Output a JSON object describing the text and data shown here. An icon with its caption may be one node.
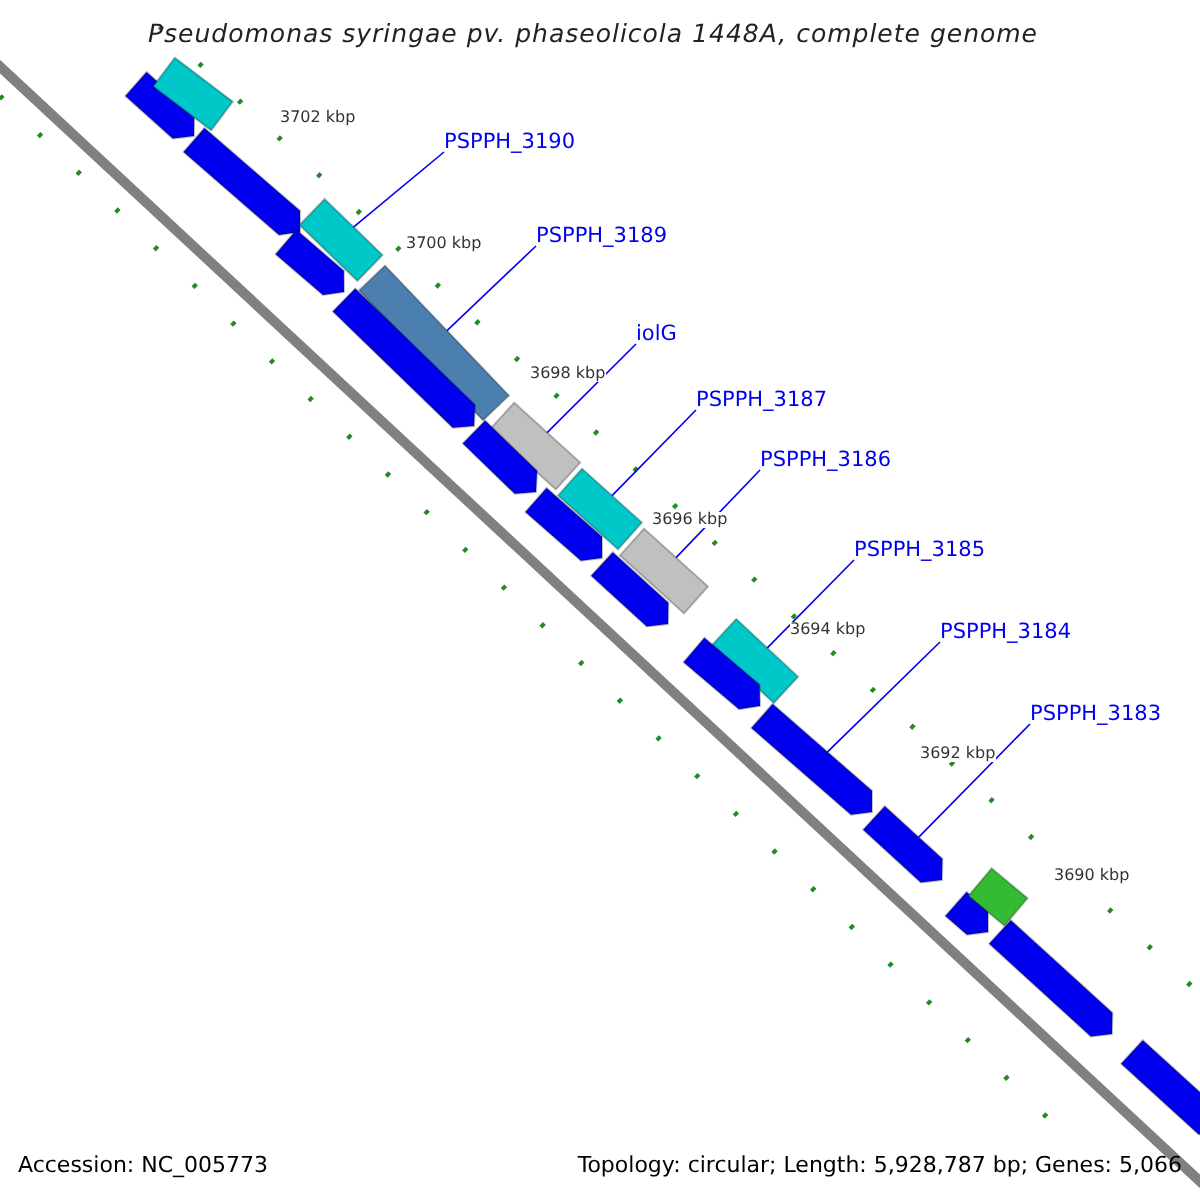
{
  "diagram": {
    "title": "Pseudomonas syringae pv. phaseolicola 1448A, complete genome",
    "nodes": [
      {
        "text": [
          "PSPPH_3190"
        ]
      },
      {
        "text": [
          "PSPPH_3189"
        ]
      },
      {
        "text": [
          "iolG"
        ]
      },
      {
        "text": [
          "PSPPH_3187"
        ]
      },
      {
        "text": [
          "PSPPH_3186"
        ]
      },
      {
        "text": [
          "PSPPH_3185"
        ]
      },
      {
        "text": [
          "PSPPH_3184"
        ]
      },
      {
        "text": [
          "PSPPH_3183"
        ]
      },
      {
        "text": [],
        "shape": "arrow"
      },
      {
        "text": [],
        "shape": "bar"
      },
      {
        "text": [],
        "shape": "arrow"
      },
      {
        "text": [],
        "shape": "arrow"
      },
      {
        "text": [],
        "shape": "bar"
      },
      {
        "text": [],
        "shape": "bar"
      },
      {
        "text": [],
        "shape": "arrow"
      },
      {
        "text": [],
        "shape": "bar"
      },
      {
        "text": [],
        "shape": "arrow"
      },
      {
        "text": [],
        "shape": "bar"
      },
      {
        "text": [],
        "shape": "arrow"
      },
      {
        "text": [],
        "shape": "bar"
      },
      {
        "text": [],
        "shape": "arrow"
      },
      {
        "text": [],
        "shape": "bar"
      },
      {
        "text": [],
        "shape": "arrow"
      },
      {
        "text": [],
        "shape": "arrow"
      },
      {
        "text": [],
        "shape": "arrow"
      },
      {
        "text": [],
        "shape": "arrow"
      },
      {
        "text": [],
        "shape": "bar"
      },
      {
        "text": [],
        "shape": "arrow"
      },
      {
        "text": [],
        "shape": "arrow"
      }
    ],
    "edges": [
      {
        "from": 0,
        "to": 12,
        "arrow": "none"
      },
      {
        "from": 1,
        "to": 13,
        "arrow": "none"
      },
      {
        "from": 2,
        "to": 15,
        "arrow": "none"
      },
      {
        "from": 3,
        "to": 17,
        "arrow": "none"
      },
      {
        "from": 4,
        "to": 19,
        "arrow": "none"
      },
      {
        "from": 5,
        "to": 21,
        "arrow": "none"
      },
      {
        "from": 6,
        "to": 23,
        "arrow": "none"
      },
      {
        "from": 7,
        "to": 24,
        "arrow": "none"
      }
    ],
    "labels": [
      "3702 kbp",
      "3700 kbp",
      "3698 kbp",
      "3696 kbp",
      "3694 kbp",
      "3692 kbp",
      "3690 kbp",
      "Accession: NC_005773",
      "Topology: circular; Length: 5,928,787 bp; Genes: 5,066"
    ]
  }
}
